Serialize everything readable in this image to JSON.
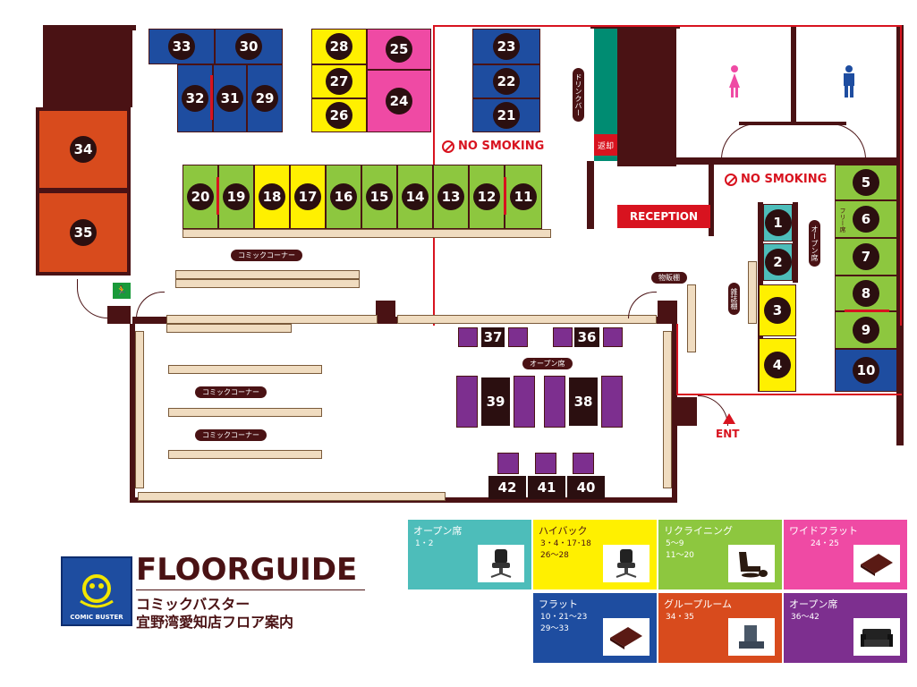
{
  "title": "FLOORGUIDE",
  "subtitle_1": "コミックバスター",
  "subtitle_2": "宜野湾愛知店フロア案内",
  "logo_text": "COMIC BUSTER",
  "labels": {
    "no_smoking": "NO SMOKING",
    "reception": "RECEPTION",
    "drink_bar": "ドリンクバー",
    "return": "返却",
    "ent": "ENT",
    "comic_corner": "コミックコーナー",
    "merch_shelf": "物販棚",
    "magazine_shelf": "雑誌棚",
    "open_seat": "オープン席",
    "free_seat": "フリー席"
  },
  "seats": [
    "1",
    "2",
    "3",
    "4",
    "5",
    "6",
    "7",
    "8",
    "9",
    "10",
    "11",
    "12",
    "13",
    "14",
    "15",
    "16",
    "17",
    "18",
    "19",
    "20",
    "21",
    "22",
    "23",
    "24",
    "25",
    "26",
    "27",
    "28",
    "29",
    "30",
    "31",
    "32",
    "33",
    "34",
    "35",
    "36",
    "37",
    "38",
    "39",
    "40",
    "41",
    "42"
  ],
  "legend": [
    {
      "title": "オープン席",
      "seats": "1・2",
      "color": "#4dbdba",
      "icon": "office-chair-icon"
    },
    {
      "title": "ハイバック",
      "seats": "3・4・17･18\n26〜28",
      "color": "#fff000",
      "icon": "office-chair-icon"
    },
    {
      "title": "リクライニング",
      "seats": "5〜9\n11〜20",
      "color": "#8dc73f",
      "icon": "recliner-icon"
    },
    {
      "title": "ワイドフラット",
      "seats": "24・25",
      "color": "#ef4aa4",
      "icon": "flat-mat-icon"
    },
    {
      "title": "フラット",
      "seats": "10・21〜23\n29〜33",
      "color": "#1e4da0",
      "icon": "flat-mat-icon"
    },
    {
      "title": "グループルーム",
      "seats": "34・35",
      "color": "#d84b1d",
      "icon": "floor-chair-icon"
    },
    {
      "title": "オープン席",
      "seats": "36〜42",
      "color": "#7d2f8f",
      "icon": "sofa-icon"
    }
  ],
  "colors": {
    "wall": "#4a1214",
    "flat_blue": "#1e4da0",
    "recliner_green": "#8dc73f",
    "highback_yellow": "#fff000",
    "wide_pink": "#ef4aa4",
    "group_orange": "#d84b1d",
    "open_teal": "#4dbdba",
    "open_purple": "#7d2f8f",
    "red": "#d8131f"
  }
}
